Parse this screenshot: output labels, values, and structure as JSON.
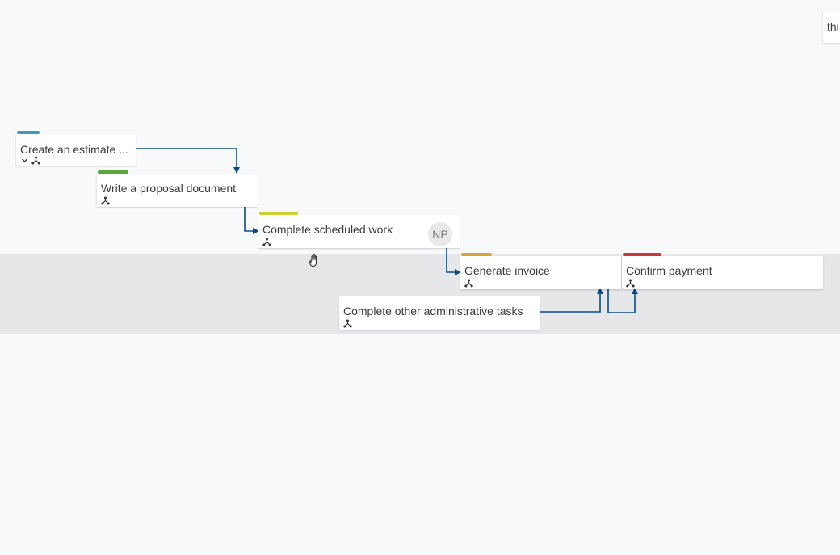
{
  "app": {
    "partial_task_label": "thi"
  },
  "colors": {
    "background": "#f8f9fb",
    "band": "#e6e7e8",
    "link": "#0b4a8b",
    "bar_blue": "#3a9bbf",
    "bar_green": "#5aa637",
    "bar_yellow": "#cdd130",
    "bar_amber": "#d4a53a",
    "bar_red": "#c9383a"
  },
  "tasks": [
    {
      "id": "t1",
      "title": "Create an estimate ...",
      "bar_color": "#3a9bbf",
      "icons": [
        "chevron-down-icon",
        "dependency-icon"
      ]
    },
    {
      "id": "t2",
      "title": "Write a proposal document",
      "bar_color": "#5aa637",
      "icons": [
        "dependency-icon"
      ]
    },
    {
      "id": "t3",
      "title": "Complete scheduled work",
      "bar_color": "#cdd130",
      "icons": [
        "dependency-icon"
      ],
      "assignee_initials": "NP"
    },
    {
      "id": "t4",
      "title": "Generate invoice",
      "bar_color": "#d4a53a",
      "icons": [
        "dependency-icon"
      ]
    },
    {
      "id": "t5",
      "title": "Confirm payment",
      "bar_color": "#c9383a",
      "icons": [
        "dependency-icon"
      ]
    },
    {
      "id": "t6",
      "title": "Complete other administrative tasks",
      "bar_color": "",
      "icons": [
        "dependency-icon"
      ]
    }
  ],
  "cursor": "grab-hand-icon"
}
